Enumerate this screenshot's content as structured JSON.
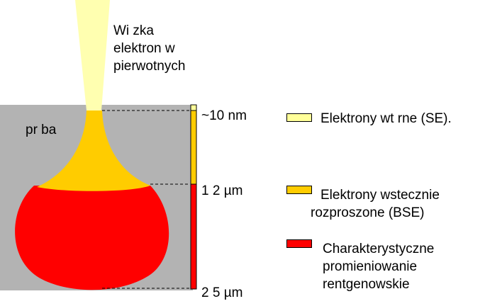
{
  "beam_label": [
    "Wi  zka",
    "elektron  w",
    "pierwotnych"
  ],
  "sample_label": "pr  ba",
  "scale": {
    "top": "~10 nm",
    "mid": "1     2 µm",
    "bottom": "2     5 µm"
  },
  "legend": [
    {
      "text": [
        "Elektrony wt  rne (SE)."
      ],
      "color": "#ffff99"
    },
    {
      "text": [
        "Elektrony wstecznie",
        "rozproszone (BSE)"
      ],
      "color": "#ffcc00"
    },
    {
      "text": [
        "Charakterystyczne",
        "promieniowanie",
        "rentgenowskie"
      ],
      "color": "#ff0000"
    }
  ],
  "colors": {
    "sample": "#b3b3b3",
    "beam": "#ffffb0",
    "se": "#ffff99",
    "bse": "#ffcc00",
    "xray": "#ff0000"
  }
}
